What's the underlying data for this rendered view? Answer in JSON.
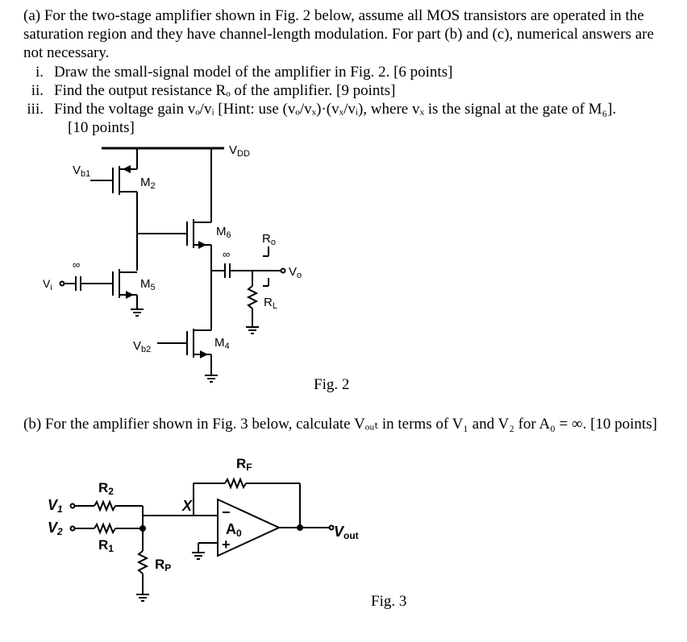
{
  "part_a": {
    "intro": "(a) For the two-stage amplifier shown in Fig. 2 below, assume all MOS transistors are operated in the saturation region and they have channel-length modulation. For part (b) and (c), numerical answers are not necessary.",
    "items": [
      {
        "num": "i.",
        "text": "Draw the small-signal model of the amplifier in Fig. 2. [6 points]"
      },
      {
        "num": "ii.",
        "text": "Find the output resistance Rₒ of the amplifier. [9 points]"
      },
      {
        "num": "iii.",
        "text": "Find the voltage gain vₒ/vᵢ [Hint: use (vₒ/vₓ)·(vₓ/vᵢ), where vₓ is the signal at the gate of M₆]."
      },
      {
        "num": "",
        "text": "[10 points]"
      }
    ]
  },
  "fig2": {
    "caption": "Fig. 2",
    "labels": {
      "vdd": "V",
      "vdd_sub": "DD",
      "vb1": "V",
      "vb1_sub": "b1",
      "m2": "M",
      "m2_sub": "2",
      "m6": "M",
      "m6_sub": "6",
      "ro": "R",
      "ro_sub": "o",
      "inf1": "∞",
      "inf2": "∞",
      "vo": "V",
      "vo_sub": "o",
      "vi": "V",
      "vi_sub": "i",
      "m5": "M",
      "m5_sub": "5",
      "rl": "R",
      "rl_sub": "L",
      "vb2": "V",
      "vb2_sub": "b2",
      "m4": "M",
      "m4_sub": "4"
    }
  },
  "part_b": {
    "text": "(b) For the amplifier shown in Fig. 3 below, calculate Vₒᵤₜ in terms of V₁ and V₂ for A₀ = ∞. [10 points]"
  },
  "fig3": {
    "caption": "Fig. 3",
    "labels": {
      "rf": "R",
      "rf_sub": "F",
      "r2": "R",
      "r2_sub": "2",
      "v1": "V",
      "v1_sub": "1",
      "v2": "V",
      "v2_sub": "2",
      "r1": "R",
      "r1_sub": "1",
      "x": "X",
      "a0": "A",
      "a0_sub": "0",
      "minus": "−",
      "plus": "+",
      "vout": "V",
      "vout_sub": "out",
      "rp": "R",
      "rp_sub": "P"
    }
  }
}
